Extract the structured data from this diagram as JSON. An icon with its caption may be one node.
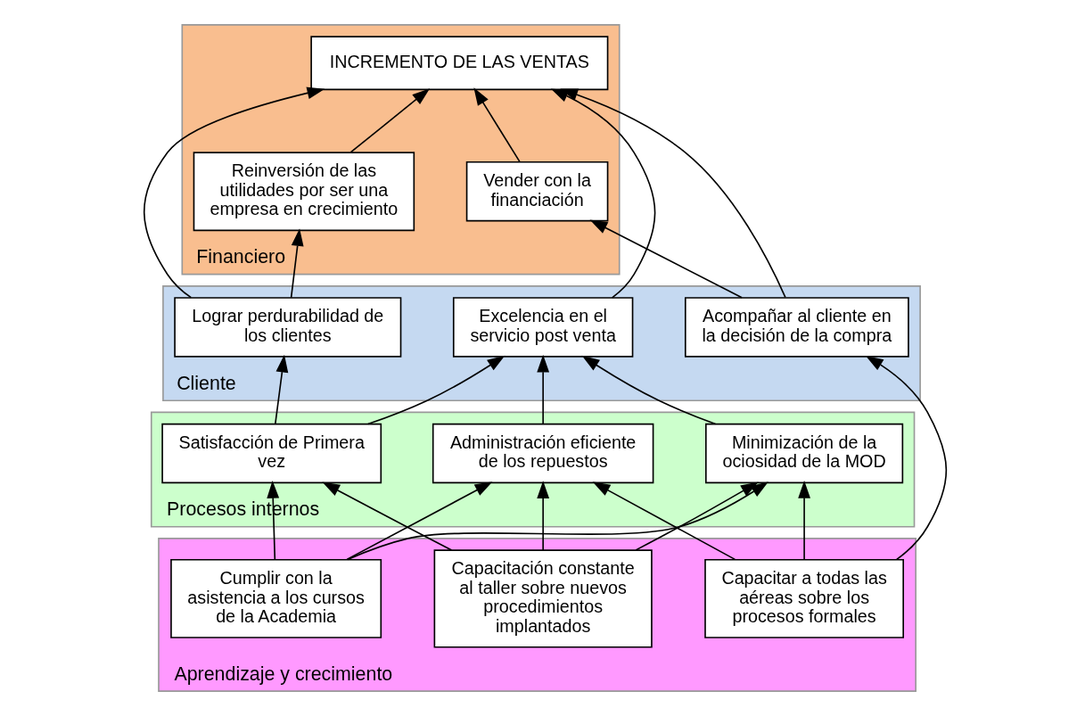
{
  "diagram": {
    "nodes": [
      {
        "text": [
          "Financiero"
        ]
      },
      {
        "text": [
          "Cliente"
        ]
      },
      {
        "text": [
          "Procesos internos"
        ]
      },
      {
        "text": [
          "Aprendizaje y crecimiento"
        ]
      },
      {
        "text": [
          "INCREMENTO DE LAS VENTAS"
        ],
        "in": 0
      },
      {
        "text": [
          "Reinversión de las utilidades por ser una empresa en crecimiento"
        ],
        "in": 0
      },
      {
        "text": [
          "Vender con la financiación"
        ],
        "in": 0
      },
      {
        "text": [
          "Lograr perdurabilidad de los clientes"
        ],
        "in": 1
      },
      {
        "text": [
          "Excelencia en el servicio post venta"
        ],
        "in": 1
      },
      {
        "text": [
          "Acompañar al cliente en la decisión de la compra"
        ],
        "in": 1
      },
      {
        "text": [
          "Satisfacción de Primera vez"
        ],
        "in": 2
      },
      {
        "text": [
          "Administración eficiente de los repuestos"
        ],
        "in": 2
      },
      {
        "text": [
          "Minimización de la ociosidad de la MOD"
        ],
        "in": 2
      },
      {
        "text": [
          "Capacitación constante al taller sobre nuevos procedimientos implantados"
        ],
        "in": 3
      },
      {
        "text": [
          "Capacitar a todas las aéreas sobre los procesos formales"
        ],
        "in": 3
      },
      {
        "text": [
          "Cumplir con la asistencia a los cursos de la Academia"
        ],
        "in": 3
      }
    ],
    "edges": [
      {
        "from": 5,
        "to": 4,
        "arrow": "to"
      },
      {
        "from": 6,
        "to": 4,
        "arrow": "to"
      },
      {
        "from": 7,
        "to": 5,
        "arrow": "to"
      },
      {
        "from": 7,
        "to": 4,
        "arrow": "to"
      },
      {
        "from": 8,
        "to": 4,
        "arrow": "to"
      },
      {
        "from": 9,
        "to": 4,
        "arrow": "to"
      },
      {
        "from": 9,
        "to": 6,
        "arrow": "to"
      },
      {
        "from": 10,
        "to": 7,
        "arrow": "to"
      },
      {
        "from": 10,
        "to": 8,
        "arrow": "to"
      },
      {
        "from": 11,
        "to": 8,
        "arrow": "to"
      },
      {
        "from": 12,
        "to": 8,
        "arrow": "to"
      },
      {
        "from": 13,
        "to": 10,
        "arrow": "to"
      },
      {
        "from": 13,
        "to": 11,
        "arrow": "to"
      },
      {
        "from": 13,
        "to": 12,
        "arrow": "to"
      },
      {
        "from": 14,
        "to": 9,
        "arrow": "to"
      },
      {
        "from": 14,
        "to": 11,
        "arrow": "to"
      },
      {
        "from": 14,
        "to": 12,
        "arrow": "to"
      },
      {
        "from": 15,
        "to": 10,
        "arrow": "to"
      },
      {
        "from": 15,
        "to": 11,
        "arrow": "to"
      },
      {
        "from": 15,
        "to": 12,
        "arrow": "to"
      }
    ]
  }
}
